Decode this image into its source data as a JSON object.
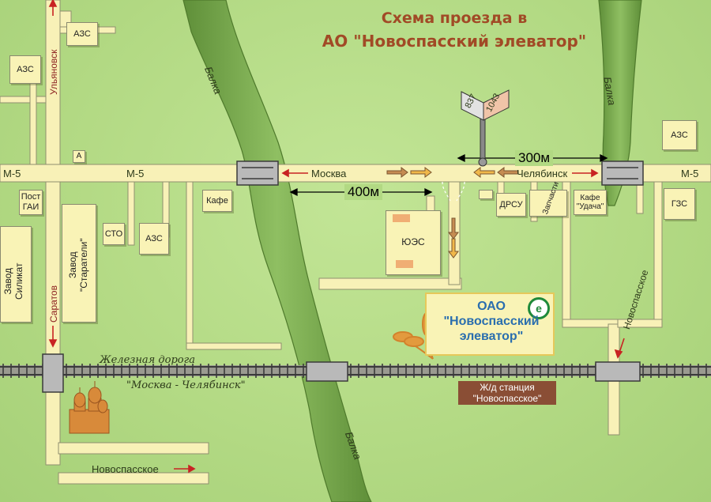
{
  "title": {
    "line1": "Схема проезда в",
    "line2": "АО \"Новоспасский элеватор\""
  },
  "roads": {
    "m5_left": "М-5",
    "m5_mid": "М-5",
    "m5_right": "М-5",
    "to_moscow": "Москва",
    "to_chelyabinsk": "Челябинск",
    "to_ulyanovsk": "Ульяновск",
    "to_saratov": "Саратов",
    "to_novospasskoe_bottom": "Новоспасское",
    "to_novospasskoe_right": "Новоспасское"
  },
  "distances": {
    "d400": "400м",
    "d300": "300м"
  },
  "ravine": {
    "label": "Балка"
  },
  "railway": {
    "label": "Железная дорога",
    "route": "\"Москва - Челябинск\""
  },
  "station": {
    "line1": "Ж/д станция",
    "line2": "\"Новоспасское\""
  },
  "sign": {
    "left": "837",
    "right": "1043"
  },
  "elevator": {
    "line1": "ОАО",
    "line2": "\"Новоспасский",
    "line3": "элеватор\""
  },
  "buildings": {
    "azs": "АЗС",
    "gzs": "ГЗС",
    "post_gai_1": "Пост",
    "post_gai_2": "ГАИ",
    "zavod_silikat_1": "Завод",
    "zavod_silikat_2": "Силикат",
    "zavod_starateli_1": "Завод",
    "zavod_starateli_2": "\"Старатели\"",
    "sto": "СТО",
    "kafe": "Кафе",
    "kafe_udacha_1": "Кафе",
    "kafe_udacha_2": "\"Удача\"",
    "uges": "ЮЭС",
    "drsu": "ДРСУ",
    "zapchasti": "Запчасти",
    "a_marker": "А"
  },
  "colors": {
    "road": "#f8f1b7",
    "edge": "#8f8f6f",
    "arrow_red": "#c82323",
    "ravine": "#76a74c",
    "title": "#a14a26",
    "station_bg": "#8a4e35"
  }
}
